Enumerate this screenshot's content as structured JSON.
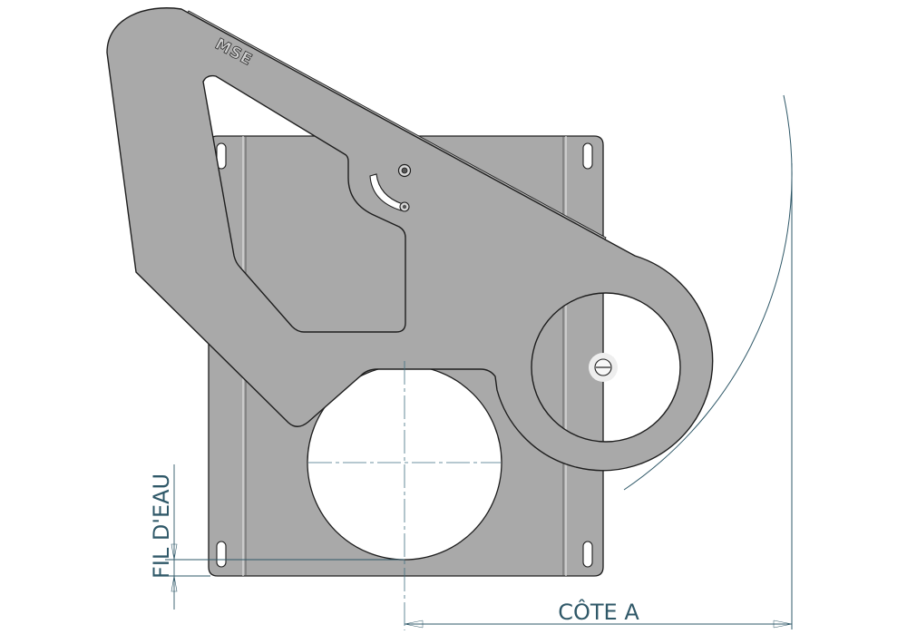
{
  "logo": {
    "text": "MSE"
  },
  "dimensions": {
    "water_line_label": "FIL D'EAU",
    "side_a_label": "CÔTE A"
  },
  "colors": {
    "plate_fill": "#a9a9a9",
    "outline": "#1e1e1e",
    "dimension_line": "#2f5868",
    "center_line": "#3f6f82"
  }
}
